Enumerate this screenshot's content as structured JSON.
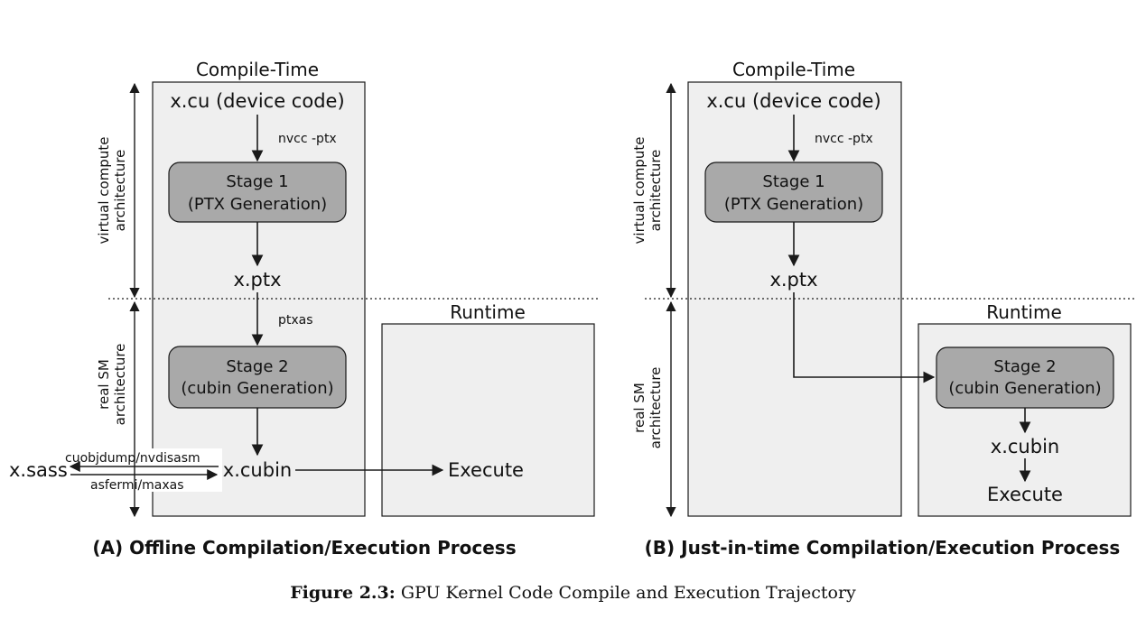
{
  "panel_a": {
    "compile_time_label": "Compile-Time",
    "source": "x.cu (device code)",
    "nvcc_label": "nvcc -ptx",
    "stage1_title": "Stage 1",
    "stage1_sub": "(PTX Generation)",
    "ptx": "x.ptx",
    "ptxas_label": "ptxas",
    "stage2_title": "Stage 2",
    "stage2_sub": "(cubin Generation)",
    "cubin": "x.cubin",
    "sass": "x.sass",
    "disasm_label": "cuobjdump/nvdisasm",
    "asm_label": "asfermi/maxas",
    "runtime_label": "Runtime",
    "execute": "Execute",
    "virtual_arch_line1": "virtual compute",
    "virtual_arch_line2": "architecture",
    "real_arch_line1": "real SM",
    "real_arch_line2": "architecture",
    "caption": "(A) Offline Compilation/Execution Process"
  },
  "panel_b": {
    "compile_time_label": "Compile-Time",
    "source": "x.cu (device code)",
    "nvcc_label": "nvcc -ptx",
    "stage1_title": "Stage 1",
    "stage1_sub": "(PTX Generation)",
    "ptx": "x.ptx",
    "runtime_label": "Runtime",
    "stage2_title": "Stage 2",
    "stage2_sub": "(cubin Generation)",
    "cubin": "x.cubin",
    "execute": "Execute",
    "virtual_arch_line1": "virtual compute",
    "virtual_arch_line2": "architecture",
    "real_arch_line1": "real SM",
    "real_arch_line2": "architecture",
    "caption": "(B) Just-in-time Compilation/Execution Process"
  },
  "figure": {
    "label": "Figure 2.3:",
    "text": "GPU Kernel Code Compile and Execution Trajectory"
  },
  "colors": {
    "panel_fill": "#efefef",
    "stage_fill": "#a9a9a9",
    "stroke": "#1a1a1a"
  }
}
